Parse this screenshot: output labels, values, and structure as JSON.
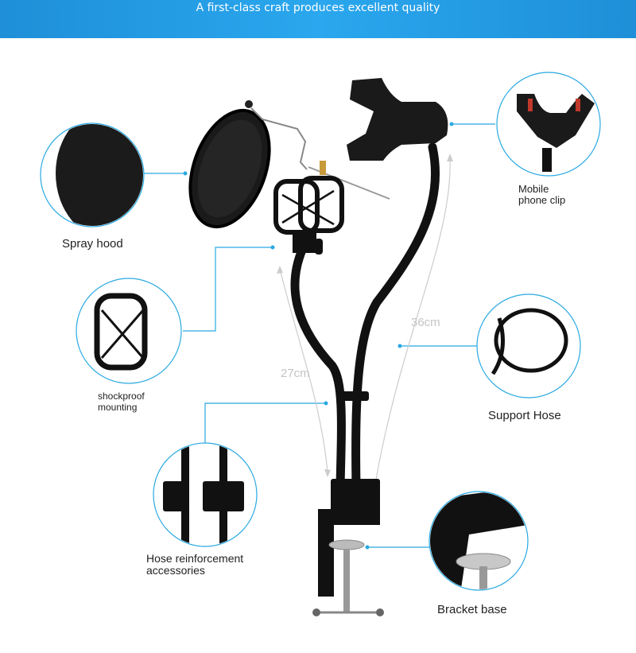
{
  "banner": {
    "title": "A first-class craft produces excellent quality"
  },
  "callouts": {
    "spray_hood": "Spray hood",
    "shockproof": "shockproof\nmounting",
    "phone_clip": "Mobile\nphone clip",
    "support_hose": "Support Hose",
    "reinforcement": "Hose reinforcement\naccessories",
    "bracket_base": "Bracket base"
  },
  "dimensions": {
    "short_arm": "27cm",
    "long_arm": "36cm"
  },
  "colors": {
    "banner": "#2aa7ee",
    "leader": "#29a9e1",
    "product": "#111111"
  }
}
